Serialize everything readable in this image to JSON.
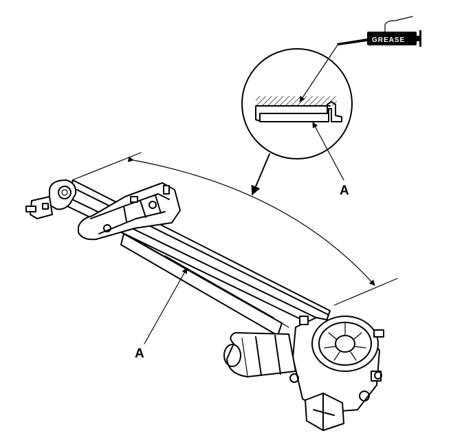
{
  "grease_tube": {
    "label": "GREASE"
  },
  "callouts": [
    {
      "id": "detail",
      "label": "A"
    },
    {
      "id": "rail",
      "label": "A"
    }
  ]
}
